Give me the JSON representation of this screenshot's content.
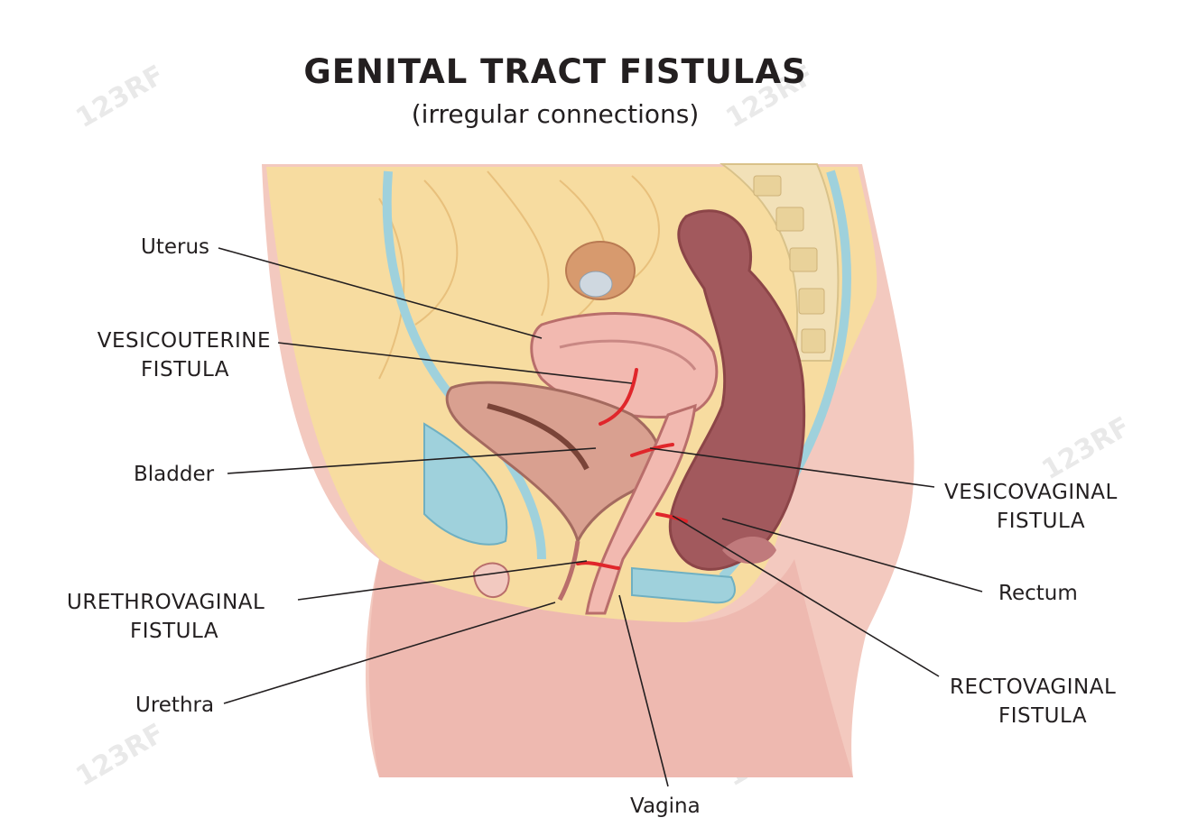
{
  "title": "GENITAL TRACT FISTULAS",
  "subtitle": "(irregular connections)",
  "watermark": "123RF",
  "labels": {
    "uterus": "Uterus",
    "vesicouterine_1": "VESICOUTERINE",
    "vesicouterine_2": "FISTULA",
    "bladder": "Bladder",
    "urethrovaginal_1": "URETHROVAGINAL",
    "urethrovaginal_2": "FISTULA",
    "urethra": "Urethra",
    "vagina": "Vagina",
    "vesicovaginal_1": "VESICOVAGINAL",
    "vesicovaginal_2": "FISTULA",
    "rectum": "Rectum",
    "rectovaginal_1": "RECTOVAGINAL",
    "rectovaginal_2": "FISTULA"
  },
  "colors": {
    "skin": "#f3c9bf",
    "fat": "#f7dca0",
    "uterus": "#f2b9b0",
    "bladder": "#d9a090",
    "rectum": "#a2595d",
    "vessel": "#9fd1dc",
    "fistula": "#e0262b",
    "line": "#231f20"
  }
}
